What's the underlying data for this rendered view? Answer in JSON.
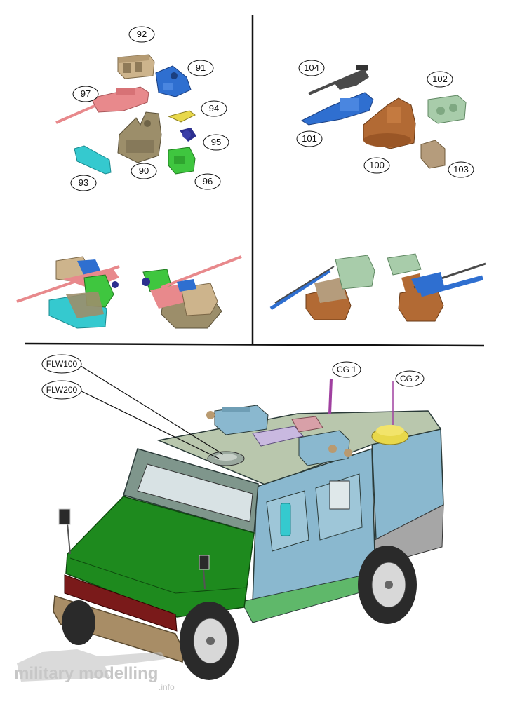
{
  "part_labels": {
    "p90": "90",
    "p91": "91",
    "p92": "92",
    "p93": "93",
    "p94": "94",
    "p95": "95",
    "p96": "96",
    "p97": "97",
    "p100": "100",
    "p101": "101",
    "p102": "102",
    "p103": "103",
    "p104": "104"
  },
  "vehicle_callouts": {
    "flw100": "FLW100",
    "flw200": "FLW200",
    "cg1": "CG 1",
    "cg2": "CG 2"
  },
  "watermark": {
    "brand": "military modelling",
    "suffix": ".info"
  },
  "colors": {
    "pink_gun": "#e8898c",
    "blue_part": "#2f6fd0",
    "tan_box": "#cdb48c",
    "olive_mount": "#9c8e6a",
    "yellow_part": "#e8d84a",
    "navy_part": "#2c2f8f",
    "green_part": "#3fc63f",
    "cyan_part": "#35c9cf",
    "dark_gun": "#4a4a4a",
    "brown_turret": "#b26a34",
    "sage_box": "#a8ccaa",
    "hood_green": "#1e8a1e",
    "body_grey": "#7f968c",
    "panel_blue": "#8ab8cf",
    "bumper_tan": "#a88d66"
  }
}
